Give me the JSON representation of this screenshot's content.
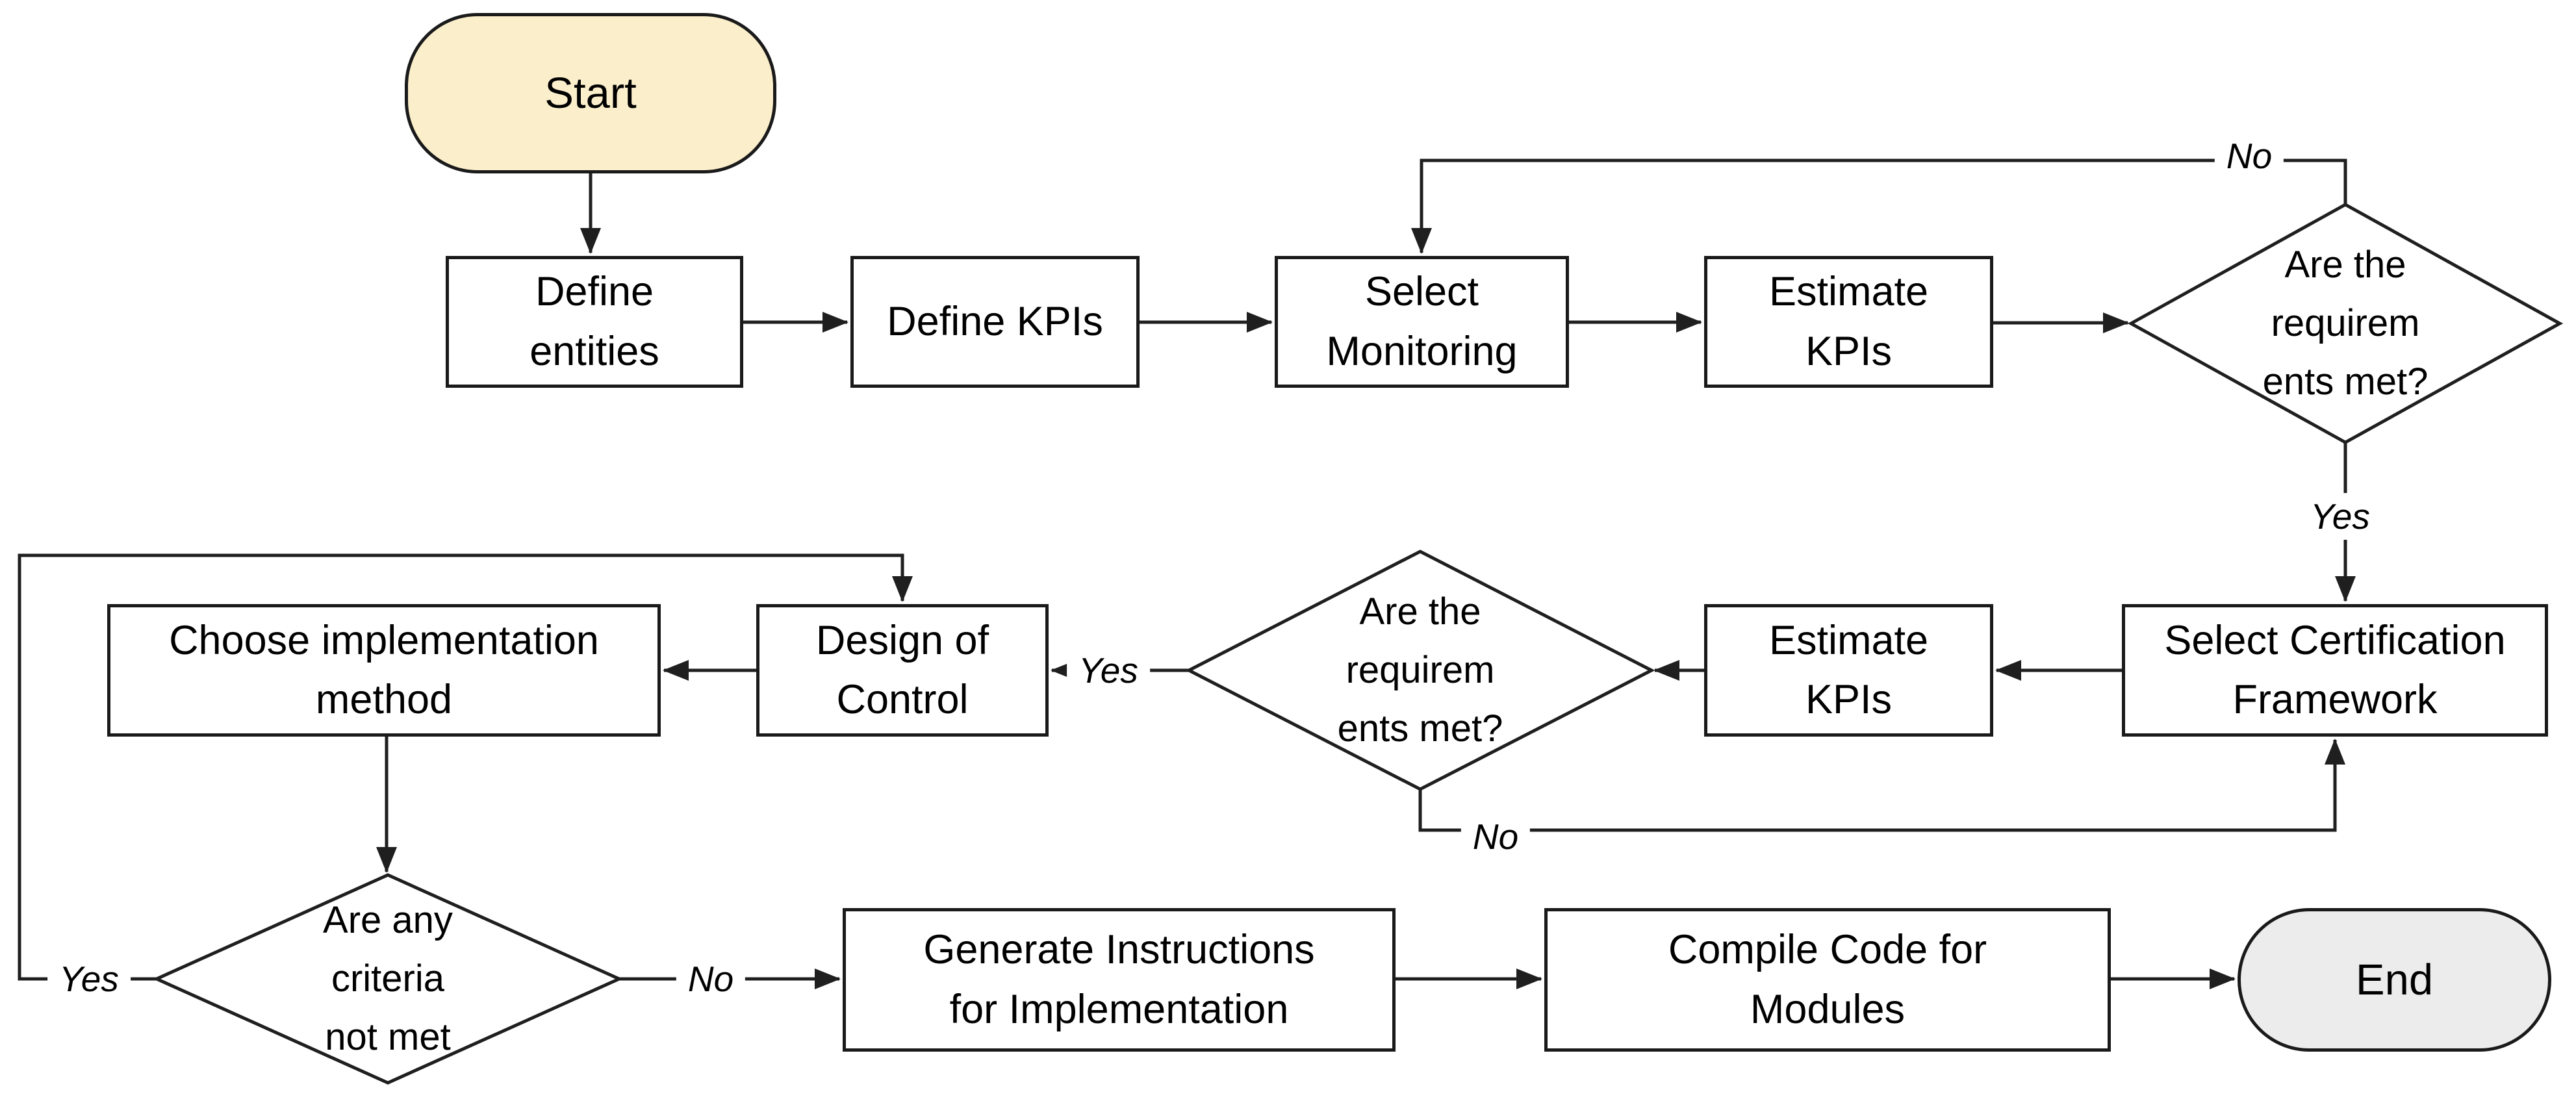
{
  "diagram": {
    "nodes": {
      "start": {
        "label": "Start",
        "shape": "terminator",
        "fill": "#FBEECB"
      },
      "define_entities": {
        "label": "Define\nentities",
        "shape": "process",
        "fill": "#FFFFFF"
      },
      "define_kpis": {
        "label": "Define KPIs",
        "shape": "process",
        "fill": "#FFFFFF"
      },
      "select_monitoring": {
        "label": "Select\nMonitoring",
        "shape": "process",
        "fill": "#FFFFFF"
      },
      "estimate_kpis_top": {
        "label": "Estimate\nKPIs",
        "shape": "process",
        "fill": "#FFFFFF"
      },
      "requirements_met_top": {
        "label": "Are the\nrequirem\nents met?",
        "shape": "decision",
        "fill": "#FFFFFF"
      },
      "select_certification": {
        "label": "Select Certification\nFramework",
        "shape": "process",
        "fill": "#FFFFFF"
      },
      "estimate_kpis_mid": {
        "label": "Estimate\nKPIs",
        "shape": "process",
        "fill": "#FFFFFF"
      },
      "requirements_met_mid": {
        "label": "Are the\nrequirem\nents met?",
        "shape": "decision",
        "fill": "#FFFFFF"
      },
      "design_of_control": {
        "label": "Design of\nControl",
        "shape": "process",
        "fill": "#FFFFFF"
      },
      "choose_method": {
        "label": "Choose implementation\nmethod",
        "shape": "process",
        "fill": "#FFFFFF"
      },
      "criteria_not_met": {
        "label": "Are any\ncriteria\nnot met",
        "shape": "decision",
        "fill": "#FFFFFF"
      },
      "generate_instructions": {
        "label": "Generate Instructions\nfor Implementation",
        "shape": "process",
        "fill": "#FFFFFF"
      },
      "compile_code": {
        "label": "Compile Code for\nModules",
        "shape": "process",
        "fill": "#FFFFFF"
      },
      "end": {
        "label": "End",
        "shape": "terminator",
        "fill": "#ECECEC"
      }
    },
    "edge_labels": {
      "top_no": "No",
      "top_yes": "Yes",
      "mid_yes": "Yes",
      "mid_no": "No",
      "bottom_yes": "Yes",
      "bottom_no": "No"
    },
    "edges": [
      {
        "from": "start",
        "to": "define_entities",
        "label": ""
      },
      {
        "from": "define_entities",
        "to": "define_kpis",
        "label": ""
      },
      {
        "from": "define_kpis",
        "to": "select_monitoring",
        "label": ""
      },
      {
        "from": "select_monitoring",
        "to": "estimate_kpis_top",
        "label": ""
      },
      {
        "from": "estimate_kpis_top",
        "to": "requirements_met_top",
        "label": ""
      },
      {
        "from": "requirements_met_top",
        "to": "select_monitoring",
        "label": "No"
      },
      {
        "from": "requirements_met_top",
        "to": "select_certification",
        "label": "Yes"
      },
      {
        "from": "select_certification",
        "to": "estimate_kpis_mid",
        "label": ""
      },
      {
        "from": "estimate_kpis_mid",
        "to": "requirements_met_mid",
        "label": ""
      },
      {
        "from": "requirements_met_mid",
        "to": "design_of_control",
        "label": "Yes"
      },
      {
        "from": "requirements_met_mid",
        "to": "select_certification",
        "label": "No"
      },
      {
        "from": "design_of_control",
        "to": "choose_method",
        "label": ""
      },
      {
        "from": "choose_method",
        "to": "criteria_not_met",
        "label": ""
      },
      {
        "from": "criteria_not_met",
        "to": "design_of_control",
        "label": "Yes"
      },
      {
        "from": "criteria_not_met",
        "to": "generate_instructions",
        "label": "No"
      },
      {
        "from": "generate_instructions",
        "to": "compile_code",
        "label": ""
      },
      {
        "from": "compile_code",
        "to": "end",
        "label": ""
      }
    ],
    "colors": {
      "line": "#1F1F1F",
      "node_border": "#1A1A1A",
      "start_fill": "#FBEECB",
      "end_fill": "#ECECEC",
      "process_fill": "#FFFFFF"
    }
  }
}
